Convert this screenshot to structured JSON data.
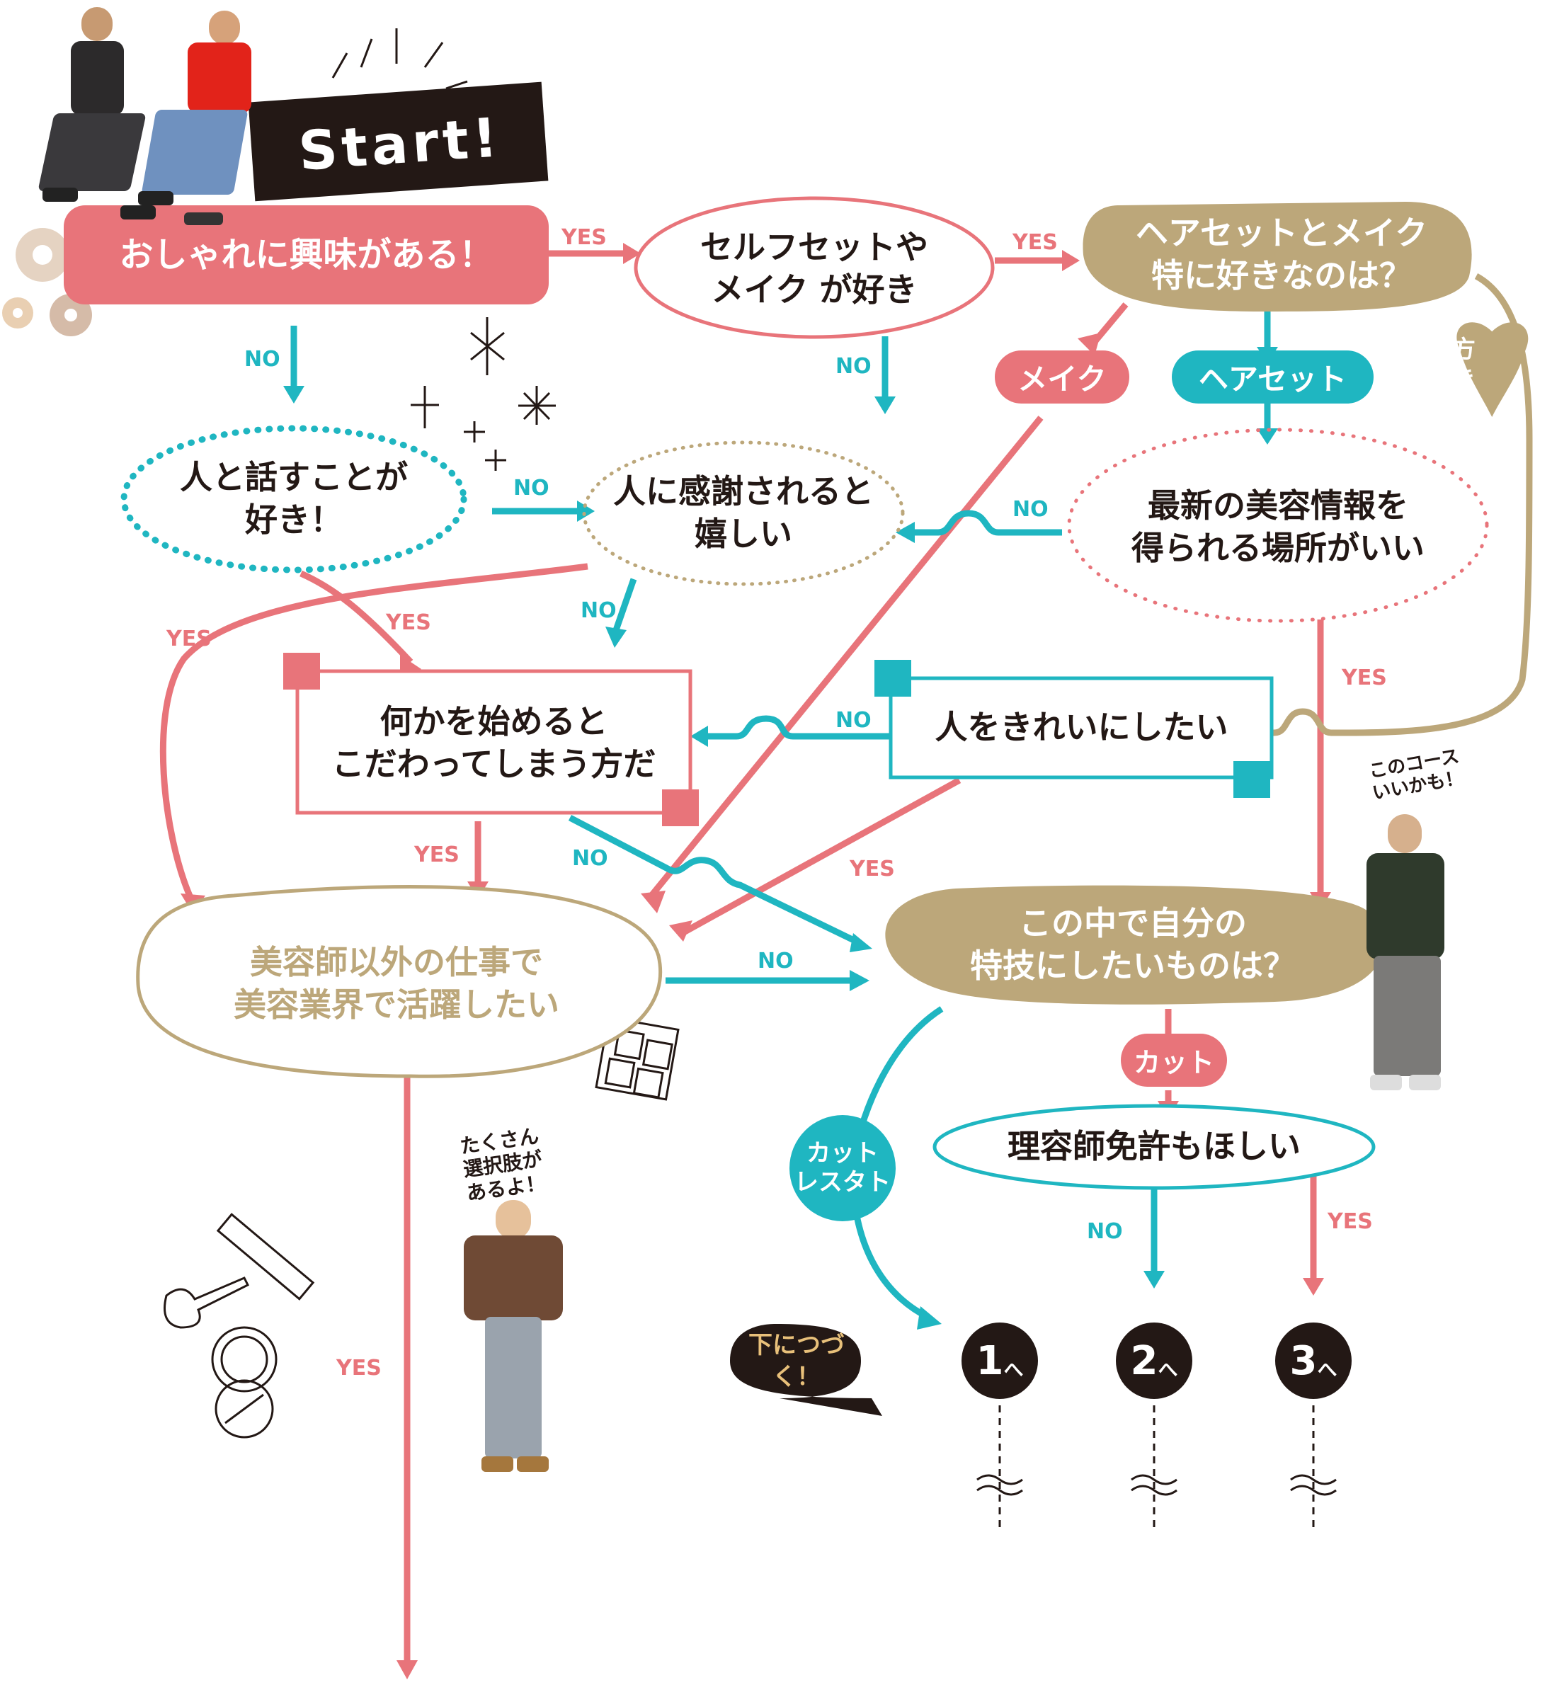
{
  "start": {
    "title": "Start!",
    "question": "おしゃれに興味がある！"
  },
  "nodes": {
    "self_set": "セルフセットや\nメイク が好き",
    "hair_or_makeup": "ヘアセットとメイク\n特に好きなのは？",
    "talk": "人と話すことが\n好き！",
    "thanks": "人に感謝されると\n嬉しい",
    "info": "最新の美容情報を\n得られる場所がいい",
    "obsess": "何かを始めると\nこだわってしまう方だ",
    "beautify": "人をきれいにしたい",
    "outside": "美容師以外の仕事で\n美容業界で活躍したい",
    "skill": "この中で自分の\n特技にしたいものは？",
    "license": "理容師免許もほしい"
  },
  "tags": {
    "makeup": "メイク",
    "hairset": "ヘアセット",
    "both": "両方\n好き",
    "cut": "カット",
    "cut_stylist": "カット\nレスタト",
    "continue": "下につづく！"
  },
  "edge_labels": {
    "yes": "YES",
    "no": "NO"
  },
  "results": [
    "1",
    "2",
    "3"
  ],
  "result_suffix": "へ",
  "speech": {
    "course": "このコース\nいいかも！",
    "choices": "たくさん\n選択肢が\nあるよ！"
  },
  "colors": {
    "pink": "#e8747a",
    "teal": "#1fb6c1",
    "gold": "#bca77a",
    "dark": "#231815"
  }
}
